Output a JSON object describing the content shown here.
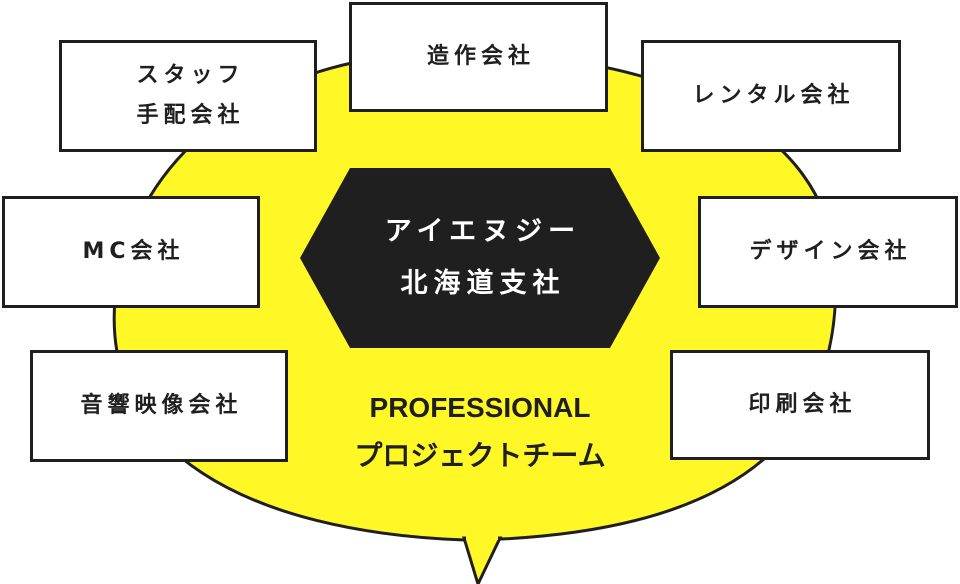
{
  "colors": {
    "bubble": "#fff826",
    "outline": "#1f1f1f",
    "hub_fill": "#1f1f1f",
    "hub_text": "#ffffff",
    "box_fill": "#ffffff"
  },
  "hub": {
    "label": "アイエヌジー\n北海道支社"
  },
  "team": {
    "line1": "PROFESSIONAL",
    "line2": "プロジェクトチーム"
  },
  "partners": {
    "zousaku": "造作会社",
    "staff": "スタッフ\n手配会社",
    "rental": "レンタル会社",
    "mc": "MC会社",
    "design": "デザイン会社",
    "av": "音響映像会社",
    "print": "印刷会社"
  }
}
